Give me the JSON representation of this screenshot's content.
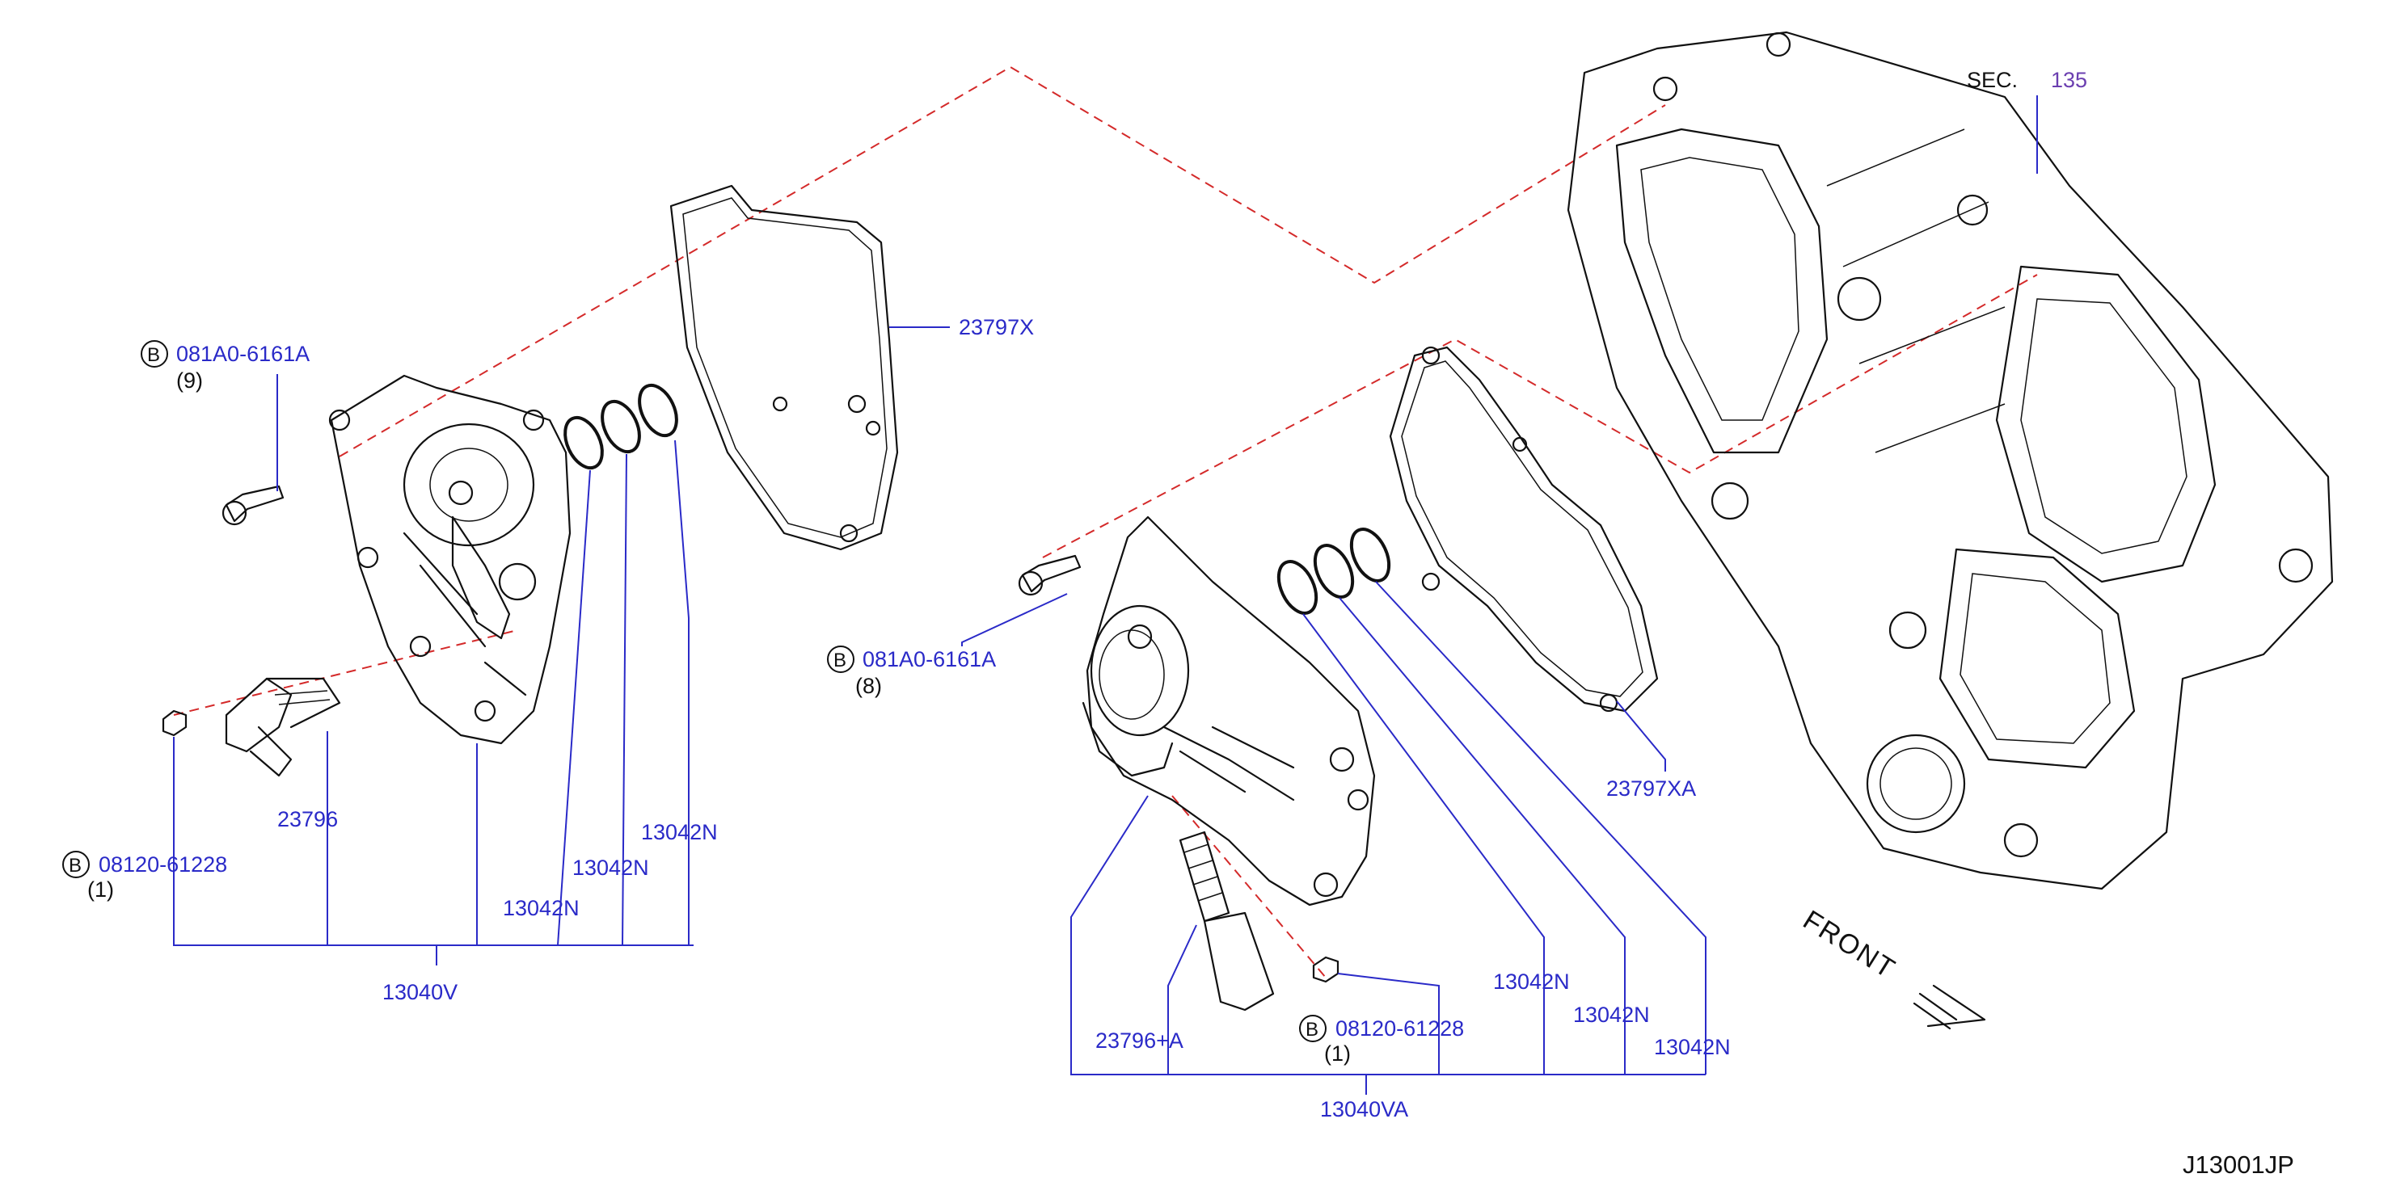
{
  "section_ref": {
    "label": "SEC.",
    "number": "135"
  },
  "diagram_code": "J13001JP",
  "front_label": "FRONT",
  "left_group": {
    "bolt_top": {
      "mark": "B",
      "part": "081A0-6161A",
      "qty": "(9)"
    },
    "bolt_bottom": {
      "mark": "B",
      "part": "08120-61228",
      "qty": "(1)"
    },
    "gasket": "23797X",
    "solenoid": "23796",
    "oring_1": "13042N",
    "oring_2": "13042N",
    "oring_3": "13042N",
    "assembly": "13040V"
  },
  "right_group": {
    "bolt_top": {
      "mark": "B",
      "part": "081A0-6161A",
      "qty": "(8)"
    },
    "bolt_bottom": {
      "mark": "B",
      "part": "08120-61228",
      "qty": "(1)"
    },
    "gasket": "23797XA",
    "solenoid": "23796+A",
    "oring_1": "13042N",
    "oring_2": "13042N",
    "oring_3": "13042N",
    "assembly": "13040VA"
  },
  "colors": {
    "part_number": "#2a2ac8",
    "reference_line": "#d42a2a",
    "section_number": "#6b3fb0",
    "linework": "#111111"
  }
}
